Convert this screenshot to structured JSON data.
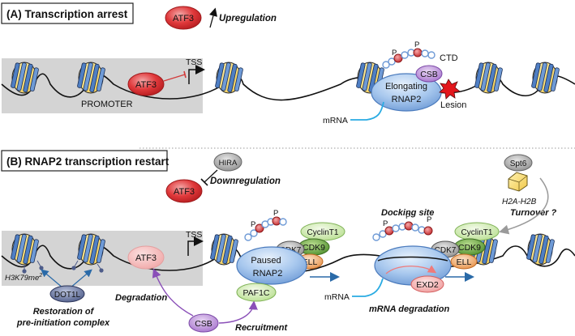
{
  "panel_a": {
    "heading": "(A) Transcription arrest",
    "atf3_top": "ATF3",
    "upregulation": "Upregulation",
    "tss": "TSS",
    "atf3_promoter": "ATF3",
    "promoter": "PROMOTER",
    "p1": "P",
    "p2": "P",
    "ctd": "CTD",
    "csb": "CSB",
    "elongating": "Elongating",
    "rnap2": "RNAP2",
    "lesion": "Lesion",
    "mrna": "mRNA"
  },
  "panel_b": {
    "heading": "(B) RNAP2 transcription restart",
    "hira": "HIRA",
    "atf3": "ATF3",
    "downregulation": "Downregulation",
    "spt6": "Spt6",
    "h2a_h2b": "H2A-H2B",
    "turnover": "Turnover ?",
    "docking_site": "Docking site",
    "tss": "TSS",
    "atf3_faded": "ATF3",
    "h3k79": "H3K79me",
    "h3k79_sup": "2",
    "dot1l": "DOT1L",
    "restoration_1": "Restoration of",
    "restoration_2": "pre-initiation complex",
    "degradation": "Degradation",
    "csb": "CSB",
    "recruitment": "Recruitment",
    "paf1c": "PAF1C",
    "p_left_1": "P",
    "p_left_2": "P",
    "cyclint1_left": "CyclinT1",
    "cdk9_left": "CDK9",
    "cdk7_left": "CDK7",
    "ell_left": "ELL",
    "paused": "Paused",
    "rnap2_left": "RNAP2",
    "p_right_1": "P",
    "p_right_2": "P",
    "p_right_3": "P",
    "cyclint1_right": "CyclinT1",
    "cdk9_right": "CDK9",
    "cdk7_right": "CDK7",
    "ell_right": "ELL",
    "exd2": "EXD2",
    "mrna": "mRNA",
    "mrna_degradation": "mRNA degradation"
  }
}
